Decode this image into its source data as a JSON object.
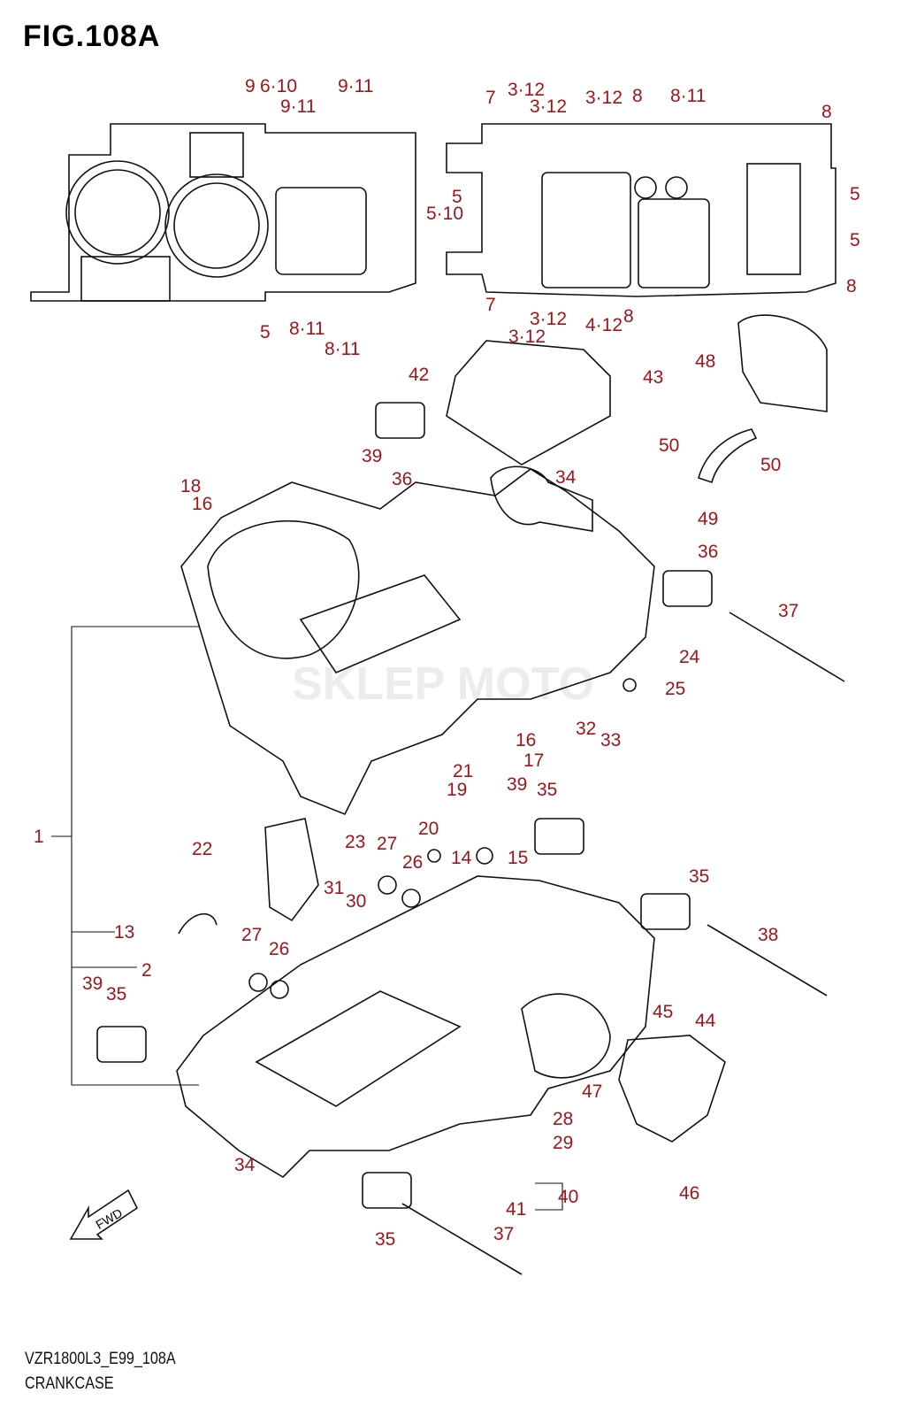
{
  "figure": {
    "title": "FIG.108A",
    "code": "VZR1800L3_E99_108A",
    "caption": "CRANKCASE",
    "fwd_label": "FWD",
    "watermark": "SKLEP MOTO"
  },
  "colors": {
    "callout": "#a0141a",
    "line": "#111111"
  },
  "callouts": [
    "9",
    "6·10",
    "9·11",
    "9·11",
    "5",
    "8·11",
    "8·11",
    "7",
    "3·12",
    "3·12",
    "3·12",
    "8",
    "8·11",
    "8",
    "5",
    "5·10",
    "5",
    "5",
    "8",
    "7",
    "3·12",
    "3·12",
    "4·12",
    "8",
    "42",
    "43",
    "48",
    "39",
    "36",
    "34",
    "50",
    "50",
    "49",
    "18",
    "16",
    "36",
    "37",
    "24",
    "25",
    "32",
    "33",
    "16",
    "17",
    "21",
    "19",
    "39",
    "35",
    "20",
    "1",
    "22",
    "23",
    "27",
    "26",
    "14",
    "15",
    "35",
    "31",
    "30",
    "13",
    "27",
    "26",
    "38",
    "2",
    "39",
    "35",
    "45",
    "44",
    "47",
    "28",
    "29",
    "34",
    "40",
    "41",
    "46",
    "35",
    "37"
  ]
}
